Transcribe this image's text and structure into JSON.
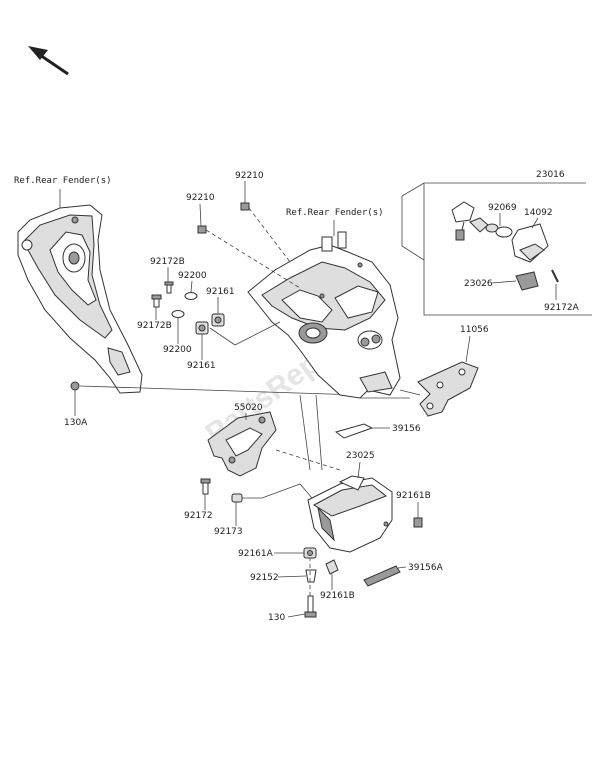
{
  "labels": {
    "ref_left": "Ref.Rear Fender(s)",
    "ref_center": "Ref.Rear Fender(s)",
    "p92210_a": "92210",
    "p92210_b": "92210",
    "p23016": "23016",
    "p92069": "92069",
    "p14092": "14092",
    "p23026": "23026",
    "p92172A": "92172A",
    "p92172B_a": "92172B",
    "p92172B_b": "92172B",
    "p92200_a": "92200",
    "p92200_b": "92200",
    "p92161_a": "92161",
    "p92161_b": "92161",
    "p11056": "11056",
    "p130A": "130A",
    "p55020": "55020",
    "p39156": "39156",
    "p23025": "23025",
    "p92161B_a": "92161B",
    "p92161B_b": "92161B",
    "p92172": "92172",
    "p92173": "92173",
    "p92161A": "92161A",
    "p92152": "92152",
    "p39156A": "39156A",
    "p130": "130"
  },
  "watermark": "PartsRepublik",
  "colors": {
    "line": "#333333",
    "part_fill": "#ffffff",
    "part_shade": "#dedede",
    "part_dark": "#9a9a9a",
    "watermark": "#cfcfcf"
  },
  "icons": {
    "direction": "arrow-up-left-icon"
  }
}
